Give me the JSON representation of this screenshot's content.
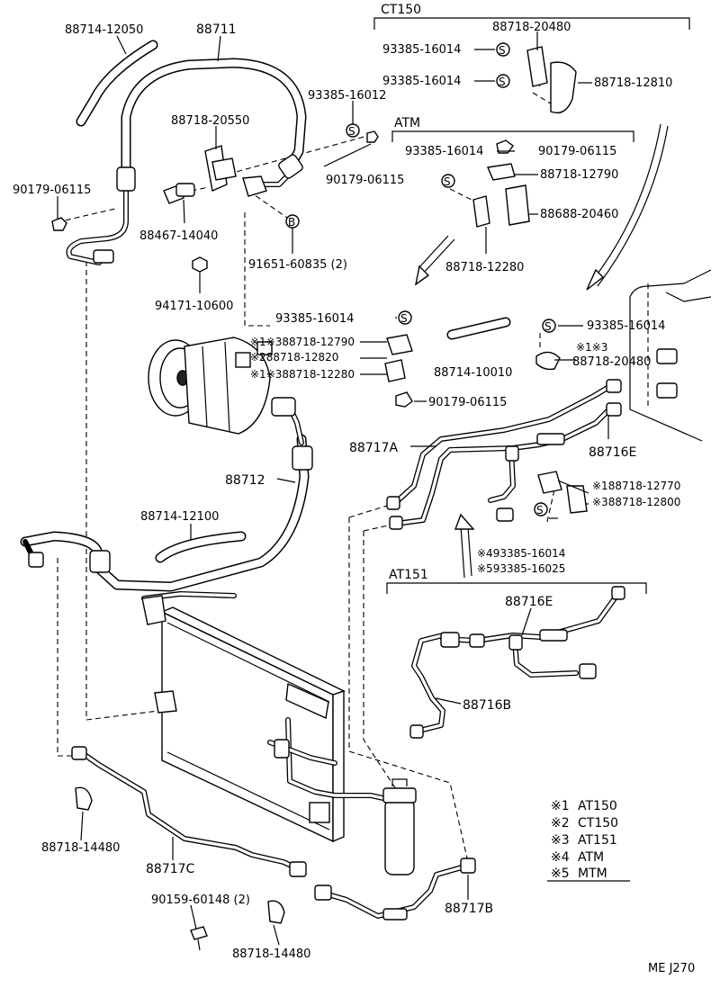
{
  "groups": {
    "ct150": "CT150",
    "atm": "ATM",
    "at151": "AT151"
  },
  "labels": {
    "p88714_12050": "88714-12050",
    "p88711": "88711",
    "p93385_16012": "93385-16012",
    "p88718_20550": "88718-20550",
    "p90179_06115_a": "90179-06115",
    "p90179_06115_b": "90179-06115",
    "p88467_14040": "88467-14040",
    "p91651_60835": "91651-60835 (2)",
    "p94171_10600": "94171-10600",
    "p88718_20480_top": "88718-20480",
    "p93385_16014_a": "93385-16014",
    "p93385_16014_b": "93385-16014",
    "p88718_12810": "88718-12810",
    "p93385_16014_c": "93385-16014",
    "p90179_06115_c": "90179-06115",
    "p88718_12790": "88718-12790",
    "p88688_20460": "88688-20460",
    "p88718_12280": "88718-12280",
    "p93385_16014_d": "93385-16014",
    "p88718_12790_m": "※1※388718-12790",
    "p88718_12820_m": "※288718-12820",
    "p88718_12280_m": "※1※388718-12280",
    "p88714_10010": "88714-10010",
    "p90179_06115_d": "90179-06115",
    "p93385_16014_e": "93385-16014",
    "p88718_20480_m_prefix": "※1※3",
    "p88718_20480_m": "88718-20480",
    "p88717A": "88717A",
    "p88716E": "88716E",
    "p88712": "88712",
    "p88718_12770_m": "※188718-12770",
    "p88718_12800_m": "※388718-12800",
    "p88714_12100": "88714-12100",
    "p93385_16014_f": "※493385-16014",
    "p93385_16025_f": "※593385-16025",
    "p88716E_b": "88716E",
    "p88716B": "88716B",
    "p88718_14480_a": "88718-14480",
    "p88717C": "88717C",
    "p90159_60148": "90159-60148 (2)",
    "p88718_14480_b": "88718-14480",
    "p88717B": "88717B"
  },
  "symbols": {
    "s": "S",
    "b": "B"
  },
  "legend": [
    {
      "mark": "※1",
      "text": "AT150"
    },
    {
      "mark": "※2",
      "text": "CT150"
    },
    {
      "mark": "※3",
      "text": "AT151"
    },
    {
      "mark": "※4",
      "text": "ATM"
    },
    {
      "mark": "※5",
      "text": "MTM"
    }
  ],
  "footer": "ME J270"
}
